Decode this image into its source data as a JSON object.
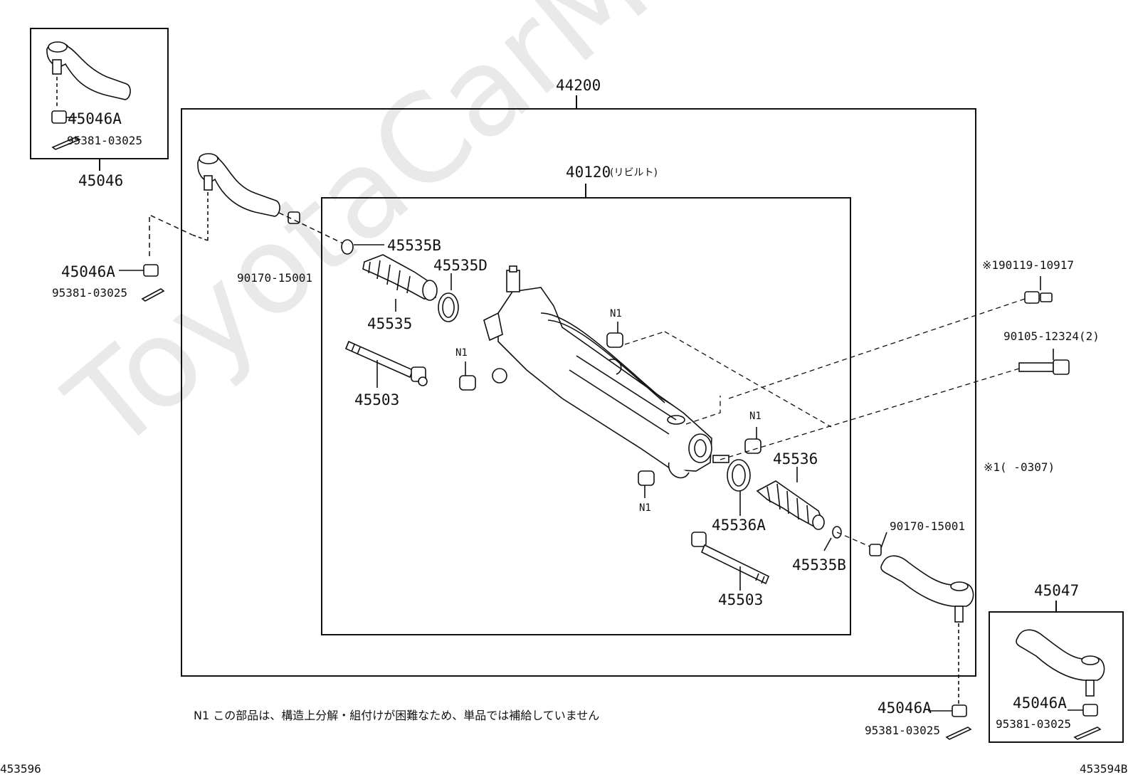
{
  "labels": {
    "assembly": "44200",
    "rack": "40120",
    "rack_note": "(リビルト)",
    "tie_rod_end_left": "45046",
    "tie_rod_end_right": "45047",
    "nut_a": "45046A",
    "cotter_pin": "95381-03025",
    "clip_b": "45535B",
    "clip_d": "45535D",
    "boot_left": "45535",
    "boot_right": "45536",
    "clip_a": "45536A",
    "rack_end": "45503",
    "lock_nut": "90170-15001",
    "bolt_1": "※190119-10917",
    "bolt_2": "90105-12324(2)",
    "bolt_note": "※1(        -0307)",
    "n1": "N1"
  },
  "footnote": "N1  この部品は、構造上分解・組付けが困難なため、単品では補給していません",
  "watermark": "ToyotaCarMine.ru",
  "doc_id_left": "453596",
  "doc_id_right": "453594B"
}
